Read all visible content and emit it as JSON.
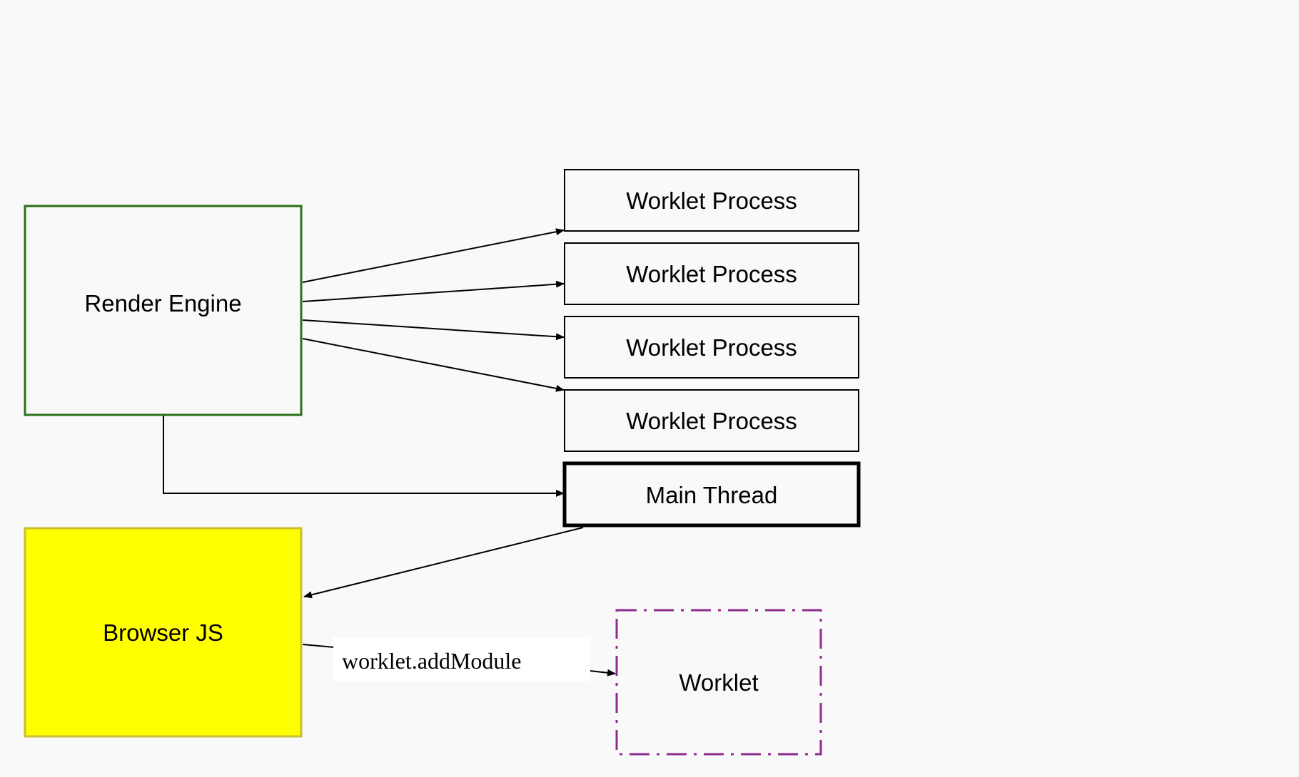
{
  "nodes": {
    "render_engine": {
      "label": "Render Engine",
      "stroke": "#2a7018",
      "fill": "#f9f9f9"
    },
    "worklet_process_1": {
      "label": "Worklet Process",
      "stroke": "#000000",
      "fill": "#f9f9f9"
    },
    "worklet_process_2": {
      "label": "Worklet Process",
      "stroke": "#000000",
      "fill": "#f9f9f9"
    },
    "worklet_process_3": {
      "label": "Worklet Process",
      "stroke": "#000000",
      "fill": "#f9f9f9"
    },
    "worklet_process_4": {
      "label": "Worklet Process",
      "stroke": "#000000",
      "fill": "#f9f9f9"
    },
    "main_thread": {
      "label": "Main Thread",
      "stroke": "#000000",
      "fill": "#f9f9f9"
    },
    "browser_js": {
      "label": "Browser JS",
      "stroke": "#c8c030",
      "fill": "#ffff00"
    },
    "worklet": {
      "label": "Worklet",
      "stroke": "#8f2a8f",
      "fill": "#f9f9f9"
    }
  },
  "edges": [
    {
      "from": "render_engine",
      "to": "worklet_process_1",
      "label": ""
    },
    {
      "from": "render_engine",
      "to": "worklet_process_2",
      "label": ""
    },
    {
      "from": "render_engine",
      "to": "worklet_process_3",
      "label": ""
    },
    {
      "from": "render_engine",
      "to": "worklet_process_4",
      "label": ""
    },
    {
      "from": "render_engine",
      "to": "main_thread",
      "label": ""
    },
    {
      "from": "main_thread",
      "to": "browser_js",
      "label": ""
    },
    {
      "from": "browser_js",
      "to": "worklet",
      "label": "worklet.addModule"
    }
  ]
}
